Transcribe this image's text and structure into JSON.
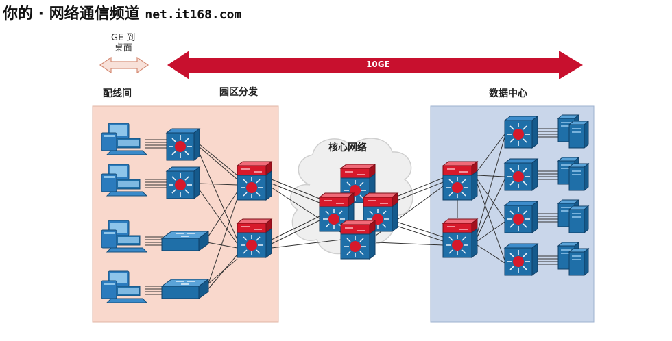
{
  "watermark": {
    "site": "你的 · 网络通信频道",
    "url": "net.it168.com"
  },
  "labels": {
    "ge_to_desktop_line1": "GE 到",
    "ge_to_desktop_line2": "桌面",
    "ten_ge": "10GE",
    "wiring_closet": "配线间",
    "campus_distribution": "园区分发",
    "core_network": "核心网络",
    "data_center": "数据中心"
  },
  "colors": {
    "campus_zone": "#f9d8cc",
    "datacenter_zone": "#c9d6ea",
    "arrow_red": "#c8102e",
    "arrow_pink": "#f1b8a9",
    "device_blue": "#1f6fa8",
    "device_red": "#d7192b",
    "cloud": "#ececec"
  },
  "icons": {
    "workstation": "desktop-computer-icon",
    "access_switch": "multilayer-switch-icon",
    "l2_switch": "workgroup-switch-icon",
    "distribution_switch": "layer3-switch-icon",
    "core_switch": "core-switch-icon",
    "server": "server-icon",
    "cloud": "cloud-icon"
  }
}
